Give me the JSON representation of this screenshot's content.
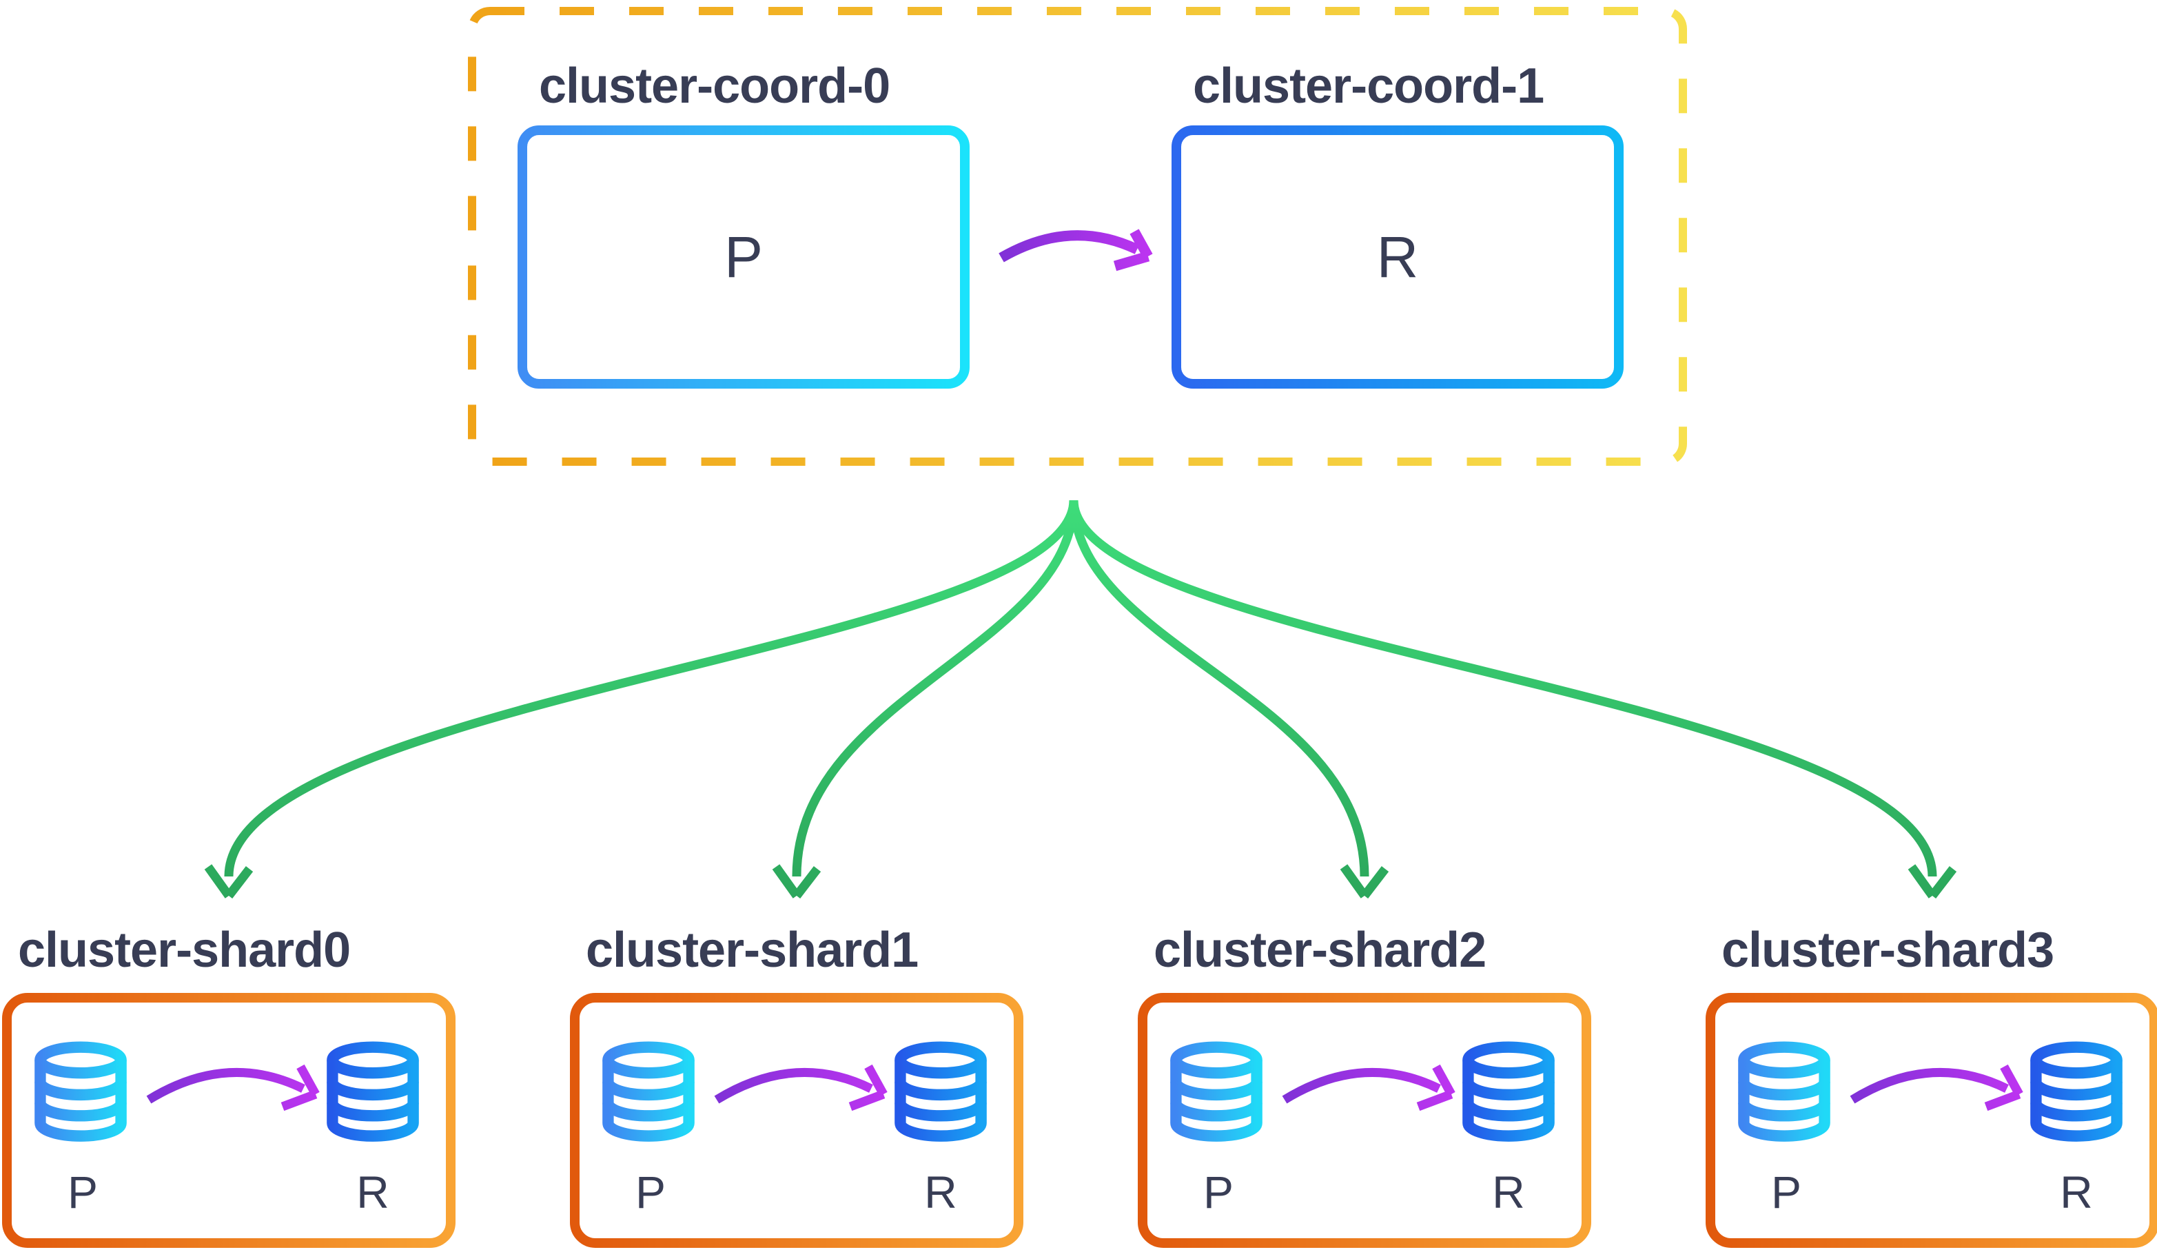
{
  "coordinators": [
    {
      "title": "cluster-coord-0",
      "letter": "P",
      "role": "primary"
    },
    {
      "title": "cluster-coord-1",
      "letter": "R",
      "role": "replica"
    }
  ],
  "shards": [
    {
      "title": "cluster-shard0",
      "primary": "P",
      "replica": "R"
    },
    {
      "title": "cluster-shard1",
      "primary": "P",
      "replica": "R"
    },
    {
      "title": "cluster-shard2",
      "primary": "P",
      "replica": "R"
    },
    {
      "title": "cluster-shard3",
      "primary": "P",
      "replica": "R"
    }
  ],
  "icons": {
    "database": "database-icon",
    "replication_arrow": "replication-arrow-icon",
    "fanout_arrow": "fanout-arrow-icon"
  },
  "colors": {
    "label_text": "#383D55",
    "dashed_border_start": "#F0A317",
    "dashed_border_end": "#F7E04E",
    "coord_primary_border_start": "#3F8DF4",
    "coord_primary_border_end": "#1BE3FB",
    "coord_replica_border_start": "#2B68EF",
    "coord_replica_border_end": "#0FB9F5",
    "shard_border_start": "#E1590C",
    "shard_border_end": "#F9A434",
    "db_primary_start": "#3F86F2",
    "db_primary_end": "#20D9F7",
    "db_replica_start": "#2459E9",
    "db_replica_end": "#17A3F4",
    "replication_arrow_start": "#8031D7",
    "replication_arrow_end": "#BC34F0",
    "fanout_arrow_start": "#3EDD7A",
    "fanout_arrow_end": "#2BA65B",
    "background": "#FFFFFF"
  }
}
